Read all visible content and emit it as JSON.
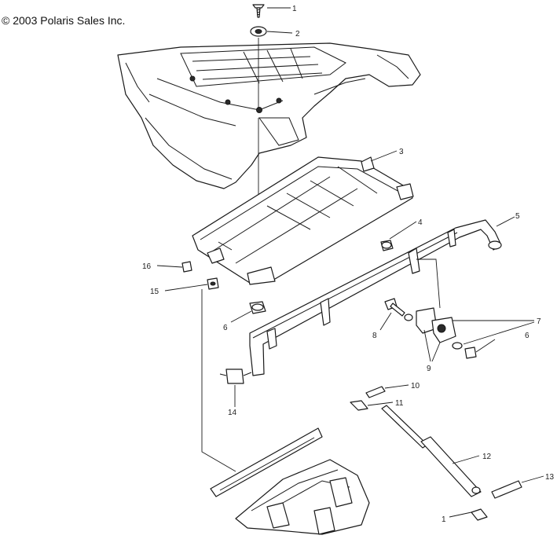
{
  "copyright": "© 2003 Polaris Sales Inc.",
  "callouts": [
    {
      "id": "1-top",
      "label": "1"
    },
    {
      "id": "2",
      "label": "2"
    },
    {
      "id": "3",
      "label": "3"
    },
    {
      "id": "4",
      "label": "4"
    },
    {
      "id": "5",
      "label": "5"
    },
    {
      "id": "6-left",
      "label": "6"
    },
    {
      "id": "7",
      "label": "7"
    },
    {
      "id": "8-bolt",
      "label": "8"
    },
    {
      "id": "6-right",
      "label": "6"
    },
    {
      "id": "9",
      "label": "9"
    },
    {
      "id": "10",
      "label": "10"
    },
    {
      "id": "11",
      "label": "11"
    },
    {
      "id": "12",
      "label": "12"
    },
    {
      "id": "13",
      "label": "13"
    },
    {
      "id": "14",
      "label": "14"
    },
    {
      "id": "15",
      "label": "15"
    },
    {
      "id": "16",
      "label": "16"
    },
    {
      "id": "1-bottom",
      "label": "1"
    }
  ]
}
